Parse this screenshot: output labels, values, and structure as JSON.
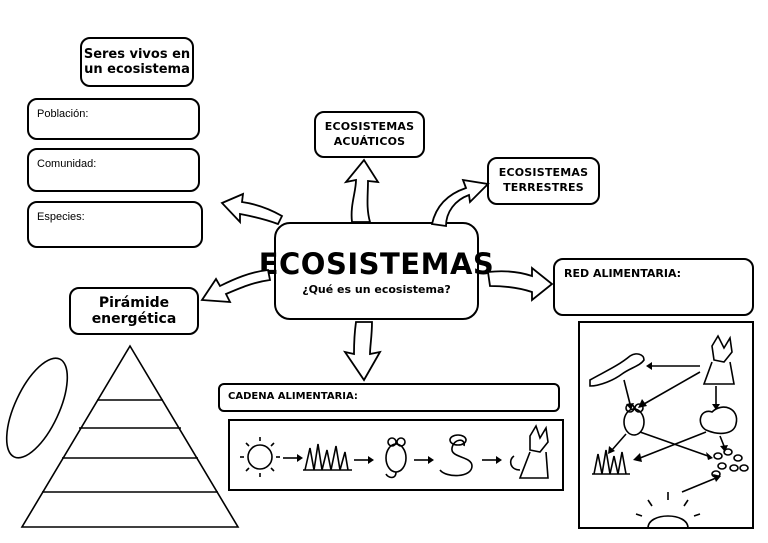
{
  "seres_vivos": {
    "title_line1": "Seres vivos en",
    "title_line2": "un ecosistema"
  },
  "fields": {
    "poblacion": "Población:",
    "comunidad": "Comunidad:",
    "especies": "Especies:"
  },
  "center": {
    "title": "ECOSISTEMAS",
    "subtitle": "¿Qué es un ecosistema?"
  },
  "acuaticos": {
    "line1": "ECOSISTEMAS",
    "line2": "ACUÁTICOS"
  },
  "terrestres": {
    "line1": "ECOSISTEMAS",
    "line2": "TERRESTRES"
  },
  "red_alimentaria": {
    "label": "RED ALIMENTARIA:"
  },
  "piramide": {
    "line1": "Pirámide",
    "line2": "energética"
  },
  "cadena_alimentaria": {
    "label": "CADENA ALIMENTARIA:"
  },
  "icons": [
    "sun-icon",
    "grass-icon",
    "mouse-icon",
    "snake-icon",
    "fox-icon",
    "ferret-icon",
    "squirrel-icon",
    "seeds-icon"
  ]
}
